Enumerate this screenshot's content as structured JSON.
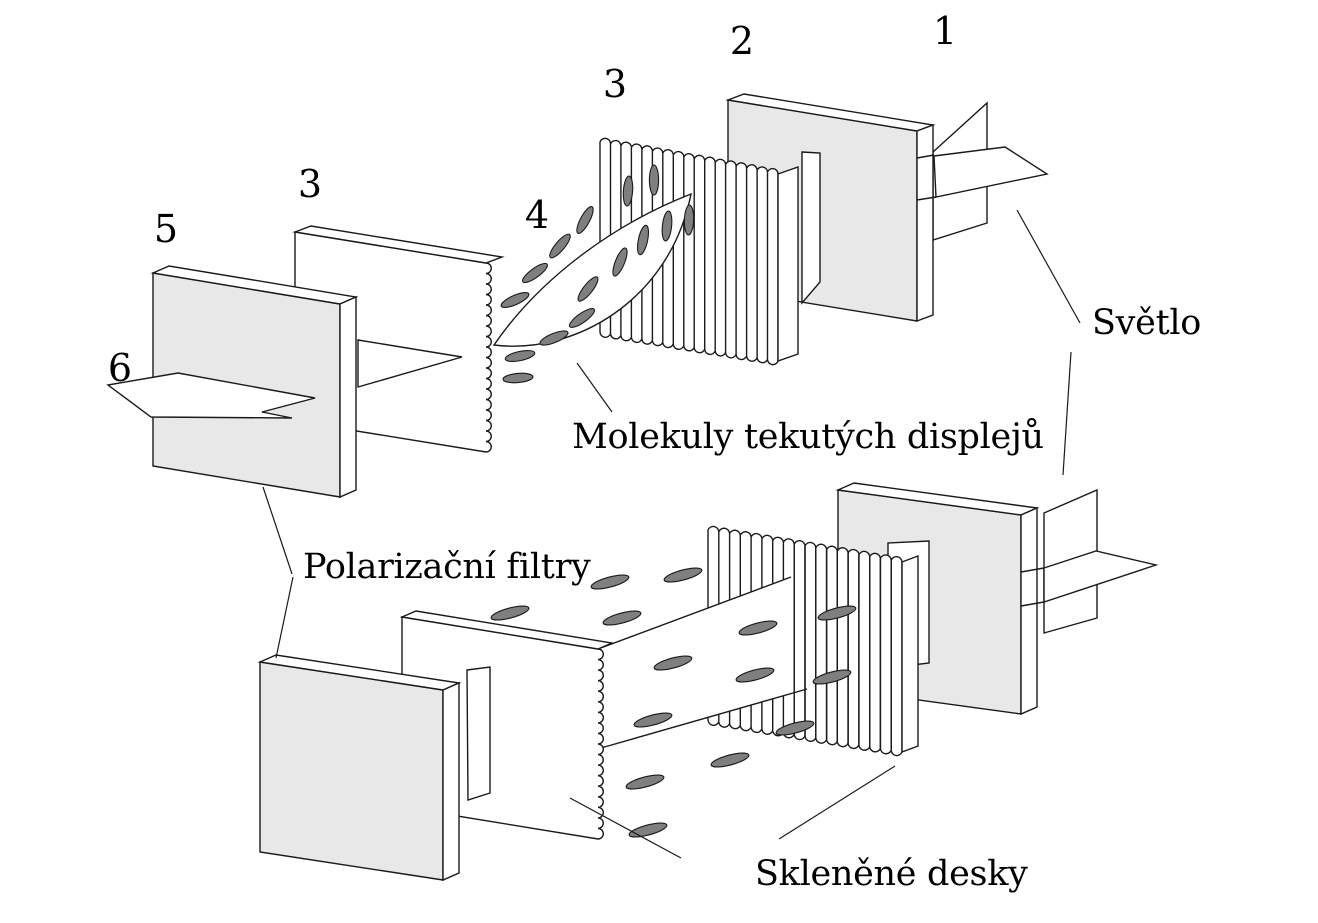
{
  "figure": {
    "kind": "exploded schematic of a twisted-nematic liquid crystal display cell, two states (light passing / light blocked)"
  },
  "callouts": [
    "1",
    "2",
    "3",
    "3",
    "4",
    "5",
    "6"
  ],
  "labels": {
    "light": "Světlo",
    "molecules": "Molekuly tekutých displejů",
    "polarizers": "Polarizační filtry",
    "glass_plates": "Skleněné desky"
  },
  "counts": {
    "molecules_top_assembly": 15,
    "molecules_bottom_assembly": 14
  },
  "colors": {
    "panel": "#e8e8e8",
    "molecule": "#7f7f7f",
    "line": "#1a1a1a",
    "background": "#ffffff"
  }
}
